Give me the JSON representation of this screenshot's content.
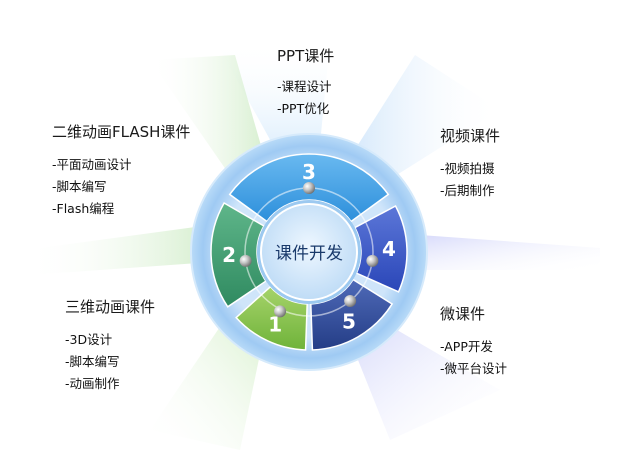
{
  "center": {
    "label": "课件开发"
  },
  "segments": [
    {
      "number": "1",
      "title": "三维动画课件",
      "items": [
        "-3D设计",
        "-脚本编写",
        "-动画制作"
      ],
      "color": "#6fb33a",
      "color_light": "#a6d36a"
    },
    {
      "number": "2",
      "title": "二维动画FLASH课件",
      "items": [
        "-平面动画设计",
        "-脚本编写",
        "-Flash编程"
      ],
      "color": "#2f8a60",
      "color_light": "#5fb68a"
    },
    {
      "number": "3",
      "title": "PPT课件",
      "items": [
        "-课程设计",
        "-PPT优化"
      ],
      "color": "#2d8fdb",
      "color_light": "#69b9f0"
    },
    {
      "number": "4",
      "title": "视频课件",
      "items": [
        "-视频拍摄",
        "-后期制作"
      ],
      "color": "#2a46b8",
      "color_light": "#5c77d8"
    },
    {
      "number": "5",
      "title": "微课件",
      "items": [
        "-APP开发",
        "-微平台设计"
      ],
      "color": "#243d86",
      "color_light": "#4f6ab8"
    }
  ],
  "colors": {
    "ring_outer": "#a9d0f5",
    "ring_inner": "#cfe5fa",
    "center_fill": "#d7ebfb",
    "center_text": "#1a3a6b",
    "ray_green": "#cfeec9",
    "ray_blue": "#cde6fb",
    "ray_violet": "#d8dcfb"
  }
}
